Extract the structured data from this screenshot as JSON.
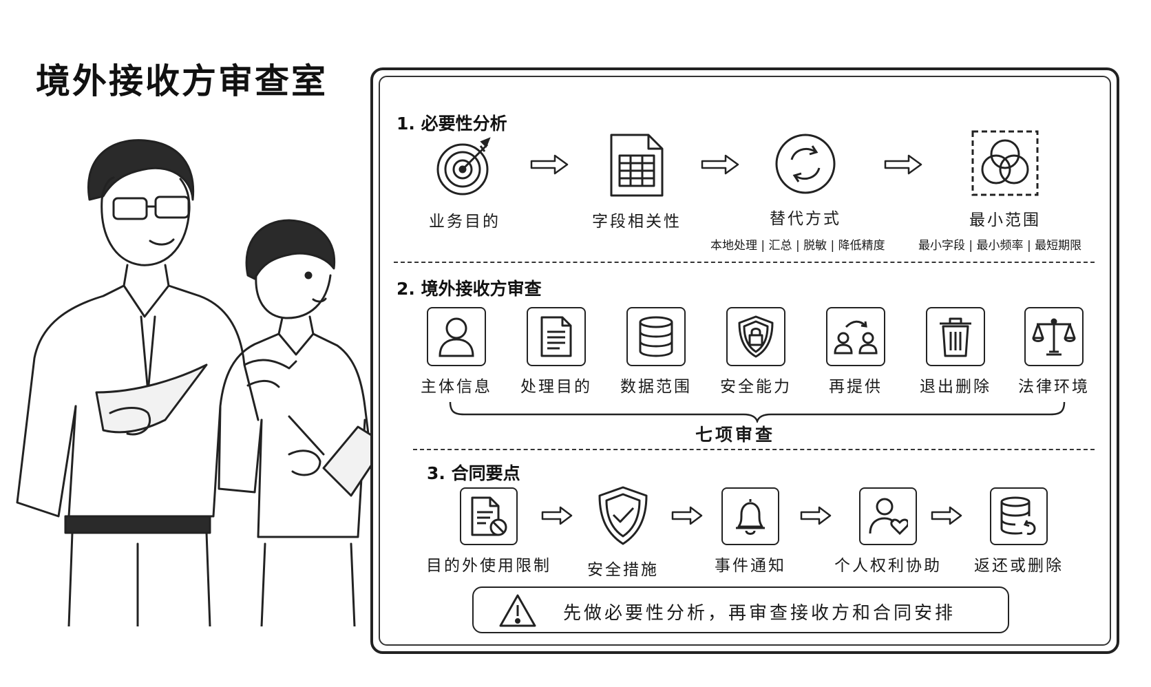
{
  "title": "境外接收方审查室",
  "section1": {
    "title": "1. 必要性分析",
    "steps": [
      {
        "label": "业务目的",
        "icon": "target-icon"
      },
      {
        "label": "字段相关性",
        "icon": "spreadsheet-icon"
      },
      {
        "label": "替代方式",
        "icon": "cycle-icon"
      },
      {
        "label": "最小范围",
        "icon": "venn-icon"
      }
    ],
    "notes": [
      "本地处理 | 汇总 | 脱敏 | 降低精度",
      "最小字段 | 最小频率 | 最短期限"
    ]
  },
  "section2": {
    "title": "2. 境外接收方审查",
    "items": [
      {
        "label": "主体信息",
        "icon": "person-icon"
      },
      {
        "label": "处理目的",
        "icon": "document-icon"
      },
      {
        "label": "数据范围",
        "icon": "database-icon"
      },
      {
        "label": "安全能力",
        "icon": "shield-lock-icon"
      },
      {
        "label": "再提供",
        "icon": "transfer-people-icon"
      },
      {
        "label": "退出删除",
        "icon": "trash-icon"
      },
      {
        "label": "法律环境",
        "icon": "scales-icon"
      }
    ],
    "group_label": "七项审查"
  },
  "section3": {
    "title": "3. 合同要点",
    "steps": [
      {
        "label": "目的外使用限制",
        "icon": "restricted-document-icon"
      },
      {
        "label": "安全措施",
        "icon": "shield-check-icon"
      },
      {
        "label": "事件通知",
        "icon": "bell-icon"
      },
      {
        "label": "个人权利协助",
        "icon": "person-heart-icon"
      },
      {
        "label": "返还或删除",
        "icon": "database-return-icon"
      }
    ]
  },
  "banner": {
    "text": "先做必要性分析，再审查接收方和合同安排",
    "icon": "warning-icon"
  }
}
